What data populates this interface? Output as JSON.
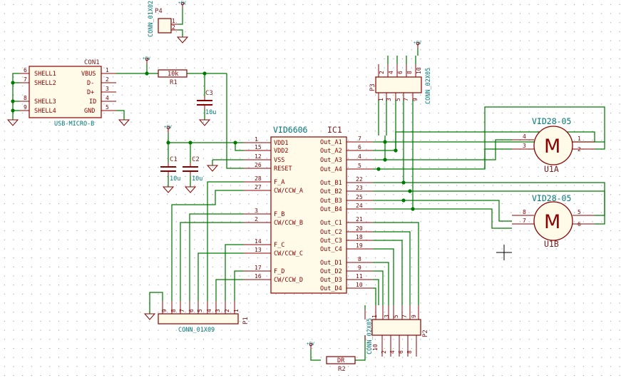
{
  "ic1": {
    "ref": "IC1",
    "value": "VID6606",
    "left_pins": [
      {
        "num": "1",
        "name": "VDD1"
      },
      {
        "num": "15",
        "name": "VDD2"
      },
      {
        "num": "12",
        "name": "VSS"
      },
      {
        "num": "26",
        "name": "RESET"
      },
      {
        "num": "28",
        "name": "F_A"
      },
      {
        "num": "27",
        "name": "CW/CCW_A"
      },
      {
        "num": "3",
        "name": "F_B"
      },
      {
        "num": "2",
        "name": "CW/CCW_B"
      },
      {
        "num": "14",
        "name": "F_C"
      },
      {
        "num": "13",
        "name": "CW/CCW_C"
      },
      {
        "num": "17",
        "name": "F_D"
      },
      {
        "num": "16",
        "name": "CW/CCW_D"
      }
    ],
    "right_pins": [
      {
        "num": "7",
        "name": "Out_A1"
      },
      {
        "num": "6",
        "name": "Out_A2"
      },
      {
        "num": "4",
        "name": "Out_A3"
      },
      {
        "num": "5",
        "name": "Out_A4"
      },
      {
        "num": "22",
        "name": "Out_B1"
      },
      {
        "num": "23",
        "name": "Out_B2"
      },
      {
        "num": "25",
        "name": "Out_B3"
      },
      {
        "num": "24",
        "name": "Out_B4"
      },
      {
        "num": "21",
        "name": "Out_C1"
      },
      {
        "num": "20",
        "name": "Out_C2"
      },
      {
        "num": "18",
        "name": "Out_C3"
      },
      {
        "num": "19",
        "name": "Out_C4"
      },
      {
        "num": "8",
        "name": "Out_D1"
      },
      {
        "num": "9",
        "name": "Out_D2"
      },
      {
        "num": "11",
        "name": "Out_D3"
      },
      {
        "num": "10",
        "name": "Out_D4"
      }
    ]
  },
  "con1": {
    "ref": "CON1",
    "value": "USB-MICRO-B",
    "left_pins": [
      {
        "num": "6",
        "name": "SHELL1"
      },
      {
        "num": "7",
        "name": "SHELL2"
      },
      {
        "num": "8",
        "name": "SHELL3"
      },
      {
        "num": "9",
        "name": "SHELL4"
      }
    ],
    "right_pins": [
      {
        "num": "1",
        "name": "VBUS"
      },
      {
        "num": "2",
        "name": "D-"
      },
      {
        "num": "3",
        "name": "D+"
      },
      {
        "num": "4",
        "name": "ID"
      },
      {
        "num": "5",
        "name": "GND"
      }
    ]
  },
  "p4": {
    "ref": "P4",
    "value": "CONN_01X02",
    "pins": [
      "1",
      "2"
    ]
  },
  "p3": {
    "ref": "P3",
    "value": "CONN_02X05",
    "top_pins": [
      "2",
      "4",
      "6",
      "8",
      "10"
    ],
    "bottom_pins": [
      "1",
      "3",
      "5",
      "7",
      "9"
    ]
  },
  "p2": {
    "ref": "P2",
    "value": "CONN_02X05",
    "top_pins": [
      "1",
      "3",
      "5",
      "7",
      "9"
    ],
    "bottom_pins": [
      "2",
      "4",
      "6",
      "8",
      "10"
    ]
  },
  "p1": {
    "ref": "P1",
    "value": "CONN_01X09",
    "pins": [
      "9",
      "8",
      "7",
      "6",
      "5",
      "4",
      "3",
      "2",
      "1"
    ]
  },
  "r1": {
    "ref": "R1",
    "value": "10k"
  },
  "r2": {
    "ref": "R2",
    "value": "DR"
  },
  "c1": {
    "ref": "C1",
    "value": "10u"
  },
  "c2": {
    "ref": "C2",
    "value": "10u"
  },
  "c3": {
    "ref": "C3",
    "value": "10u"
  },
  "power_label": "+5V",
  "u1a": {
    "ref": "U1A",
    "value": "VID28-05",
    "symbol": "M",
    "pins": [
      "4",
      "3",
      "1",
      "2"
    ]
  },
  "u1b": {
    "ref": "U1B",
    "value": "VID28-05",
    "symbol": "M",
    "pins": [
      "8",
      "7",
      "5",
      "6"
    ]
  },
  "colors": {
    "wire": "#007a00",
    "component": "#8b0000",
    "value_text": "#007777",
    "ref_text": "#7a1c1c",
    "fill": "#fffbe8"
  }
}
